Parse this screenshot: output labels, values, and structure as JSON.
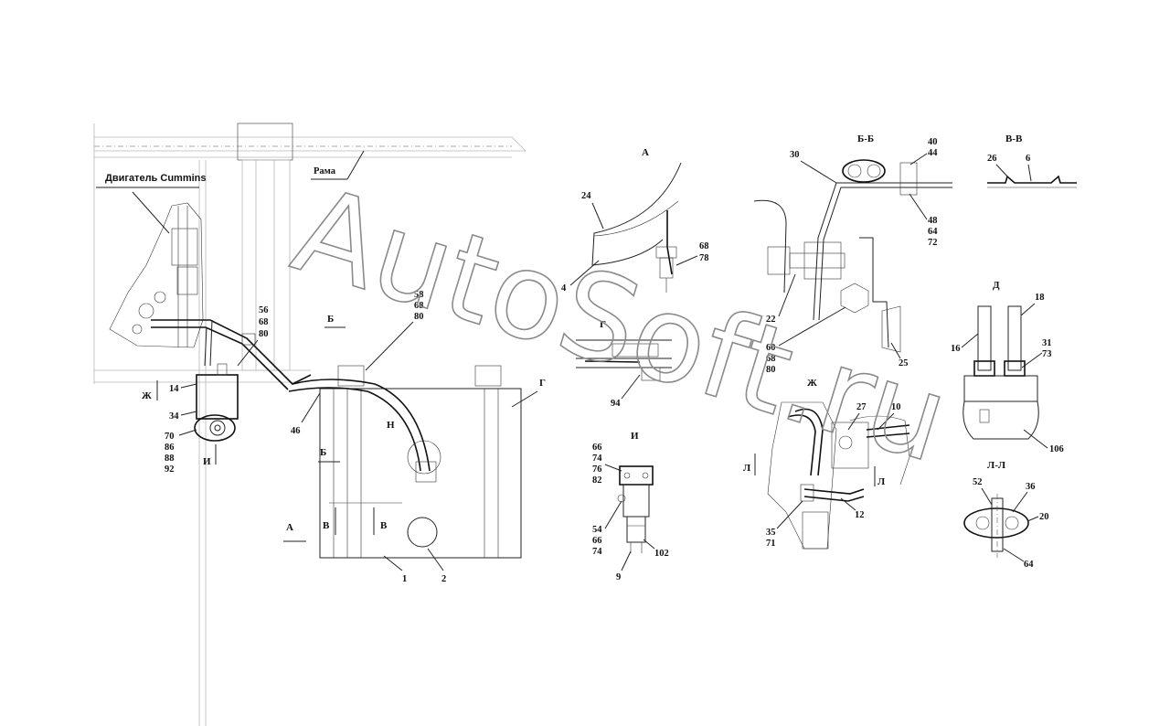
{
  "labels": {
    "engine": "Двигатель Cummins",
    "frame": "Рама",
    "view_a": "А",
    "section_bb": "Б-Б",
    "section_vv": "В-В",
    "view_d": "Д",
    "view_g": "Г",
    "view_i": "И",
    "view_zh": "Ж",
    "section_ll": "Л-Л",
    "arrow_a": "А",
    "arrow_b1": "Б",
    "arrow_b2": "Б",
    "arrow_v1": "В",
    "arrow_v2": "В",
    "arrow_g": "Г",
    "arrow_d": "Н",
    "arrow_zh": "Ж",
    "arrow_i": "И",
    "arrow_l1": "Л",
    "arrow_l2": "Л"
  },
  "callouts": {
    "c1": "1",
    "c2": "2",
    "c4": "4",
    "c6": "6",
    "c9": "9",
    "c10": "10",
    "c12": "12",
    "c14": "14",
    "c16": "16",
    "c18": "18",
    "c20": "20",
    "c22": "22",
    "c24": "24",
    "c25": "25",
    "c26": "26",
    "c27": "27",
    "c30": "30",
    "c36": "36",
    "c46": "46",
    "c52": "52",
    "c64": "64",
    "c94": "94",
    "c102": "102",
    "c106": "106",
    "g_56": [
      "56",
      "68",
      "80"
    ],
    "g_58": [
      "58",
      "68",
      "80"
    ],
    "g_34": [
      "34"
    ],
    "g_70": [
      "70",
      "86",
      "88",
      "92"
    ],
    "g_68a": [
      "68",
      "78"
    ],
    "g_40": [
      "40",
      "44"
    ],
    "g_48": [
      "48",
      "64",
      "72"
    ],
    "g_60": [
      "60",
      "68",
      "80"
    ],
    "g_31": [
      "31",
      "73"
    ],
    "g_66": [
      "66",
      "74",
      "76",
      "82"
    ],
    "g_54": [
      "54",
      "66",
      "74"
    ],
    "g_35": [
      "35",
      "71"
    ]
  },
  "watermark": "AutoSoft.ru"
}
